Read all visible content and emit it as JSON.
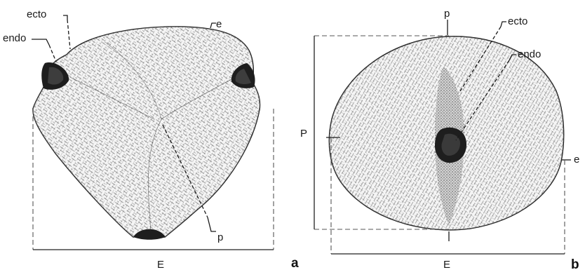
{
  "figure_a": {
    "label_e": "e",
    "label_ecto": "ecto",
    "label_endo": "endo",
    "label_p": "p",
    "label_E": "E",
    "panel": "a"
  },
  "figure_b": {
    "label_p": "p",
    "label_ecto": "ecto",
    "label_endo": "endo",
    "label_P": "P",
    "label_e": "e",
    "label_E": "E",
    "panel": "b"
  }
}
